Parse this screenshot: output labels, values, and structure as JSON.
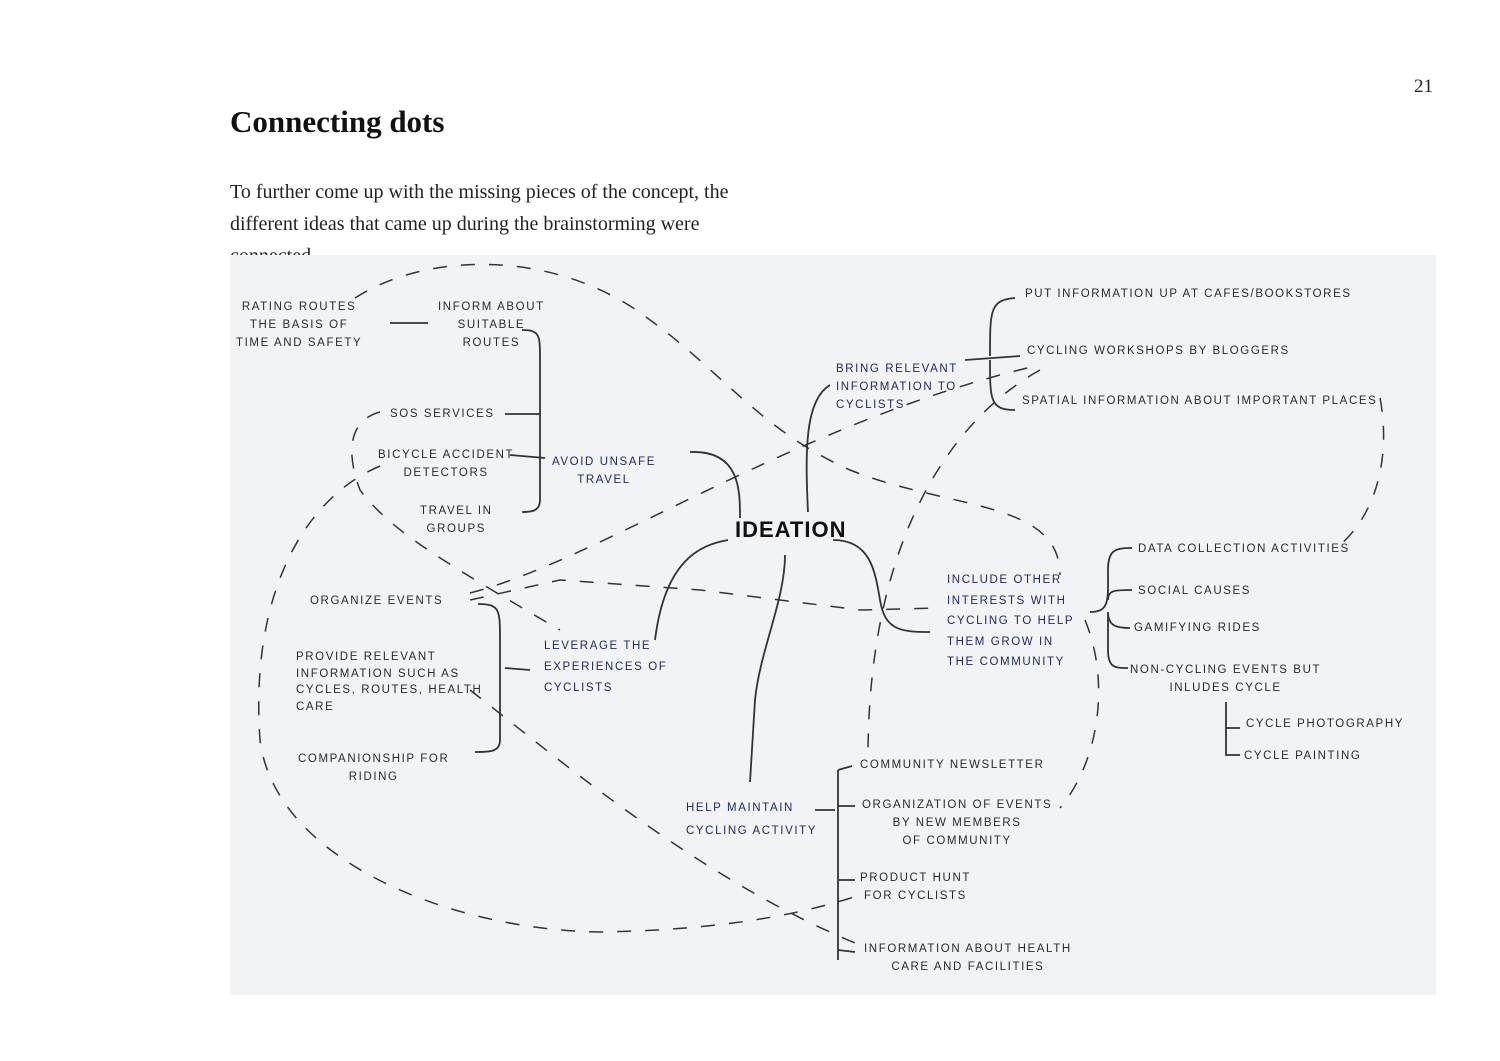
{
  "page_number": "21",
  "title": "Connecting dots",
  "paragraph": "To further come up with the missing pieces of the concept, the different ideas that came up during the brainstorming were connected.",
  "mindmap": {
    "center": "IDEATION",
    "nodes": [
      "RATING ROUTES\nTHE BASIS OF\nTIME AND SAFETY",
      "INFORM ABOUT\nSUITABLE\nROUTES",
      "SOS SERVICES",
      "BICYCLE ACCIDENT\nDETECTORS",
      "TRAVEL IN\nGROUPS",
      "AVOID UNSAFE\nTRAVEL",
      "BRING RELEVANT\nINFORMATION TO\nCYCLISTS",
      "PUT INFORMATION UP AT CAFES/BOOKSTORES",
      "CYCLING WORKSHOPS BY BLOGGERS",
      "SPATIAL INFORMATION ABOUT IMPORTANT PLACES",
      "INCLUDE OTHER\nINTERESTS WITH\nCYCLING TO HELP\nTHEM GROW IN\nTHE COMMUNITY",
      "DATA COLLECTION ACTIVITIES",
      "SOCIAL CAUSES",
      "GAMIFYING RIDES",
      "NON-CYCLING EVENTS BUT\nINLUDES CYCLE",
      "CYCLE PHOTOGRAPHY",
      "CYCLE PAINTING",
      "ORGANIZE EVENTS",
      "PROVIDE RELEVANT\nINFORMATION SUCH AS\nCYCLES, ROUTES, HEALTH\nCARE",
      "COMPANIONSHIP FOR\nRIDING",
      "LEVERAGE THE\nEXPERIENCES OF\nCYCLISTS",
      "HELP MAINTAIN\nCYCLING ACTIVITY",
      "COMMUNITY NEWSLETTER",
      "ORGANIZATION OF EVENTS\nBY NEW MEMBERS\nOF COMMUNITY",
      "PRODUCT HUNT\nFOR CYCLISTS",
      "INFORMATION ABOUT HEALTH\nCARE AND FACILITIES"
    ],
    "colors": {
      "ink": "#2a2a2a",
      "navy": "#1f2a66",
      "paper": "#f2f3f5"
    }
  }
}
